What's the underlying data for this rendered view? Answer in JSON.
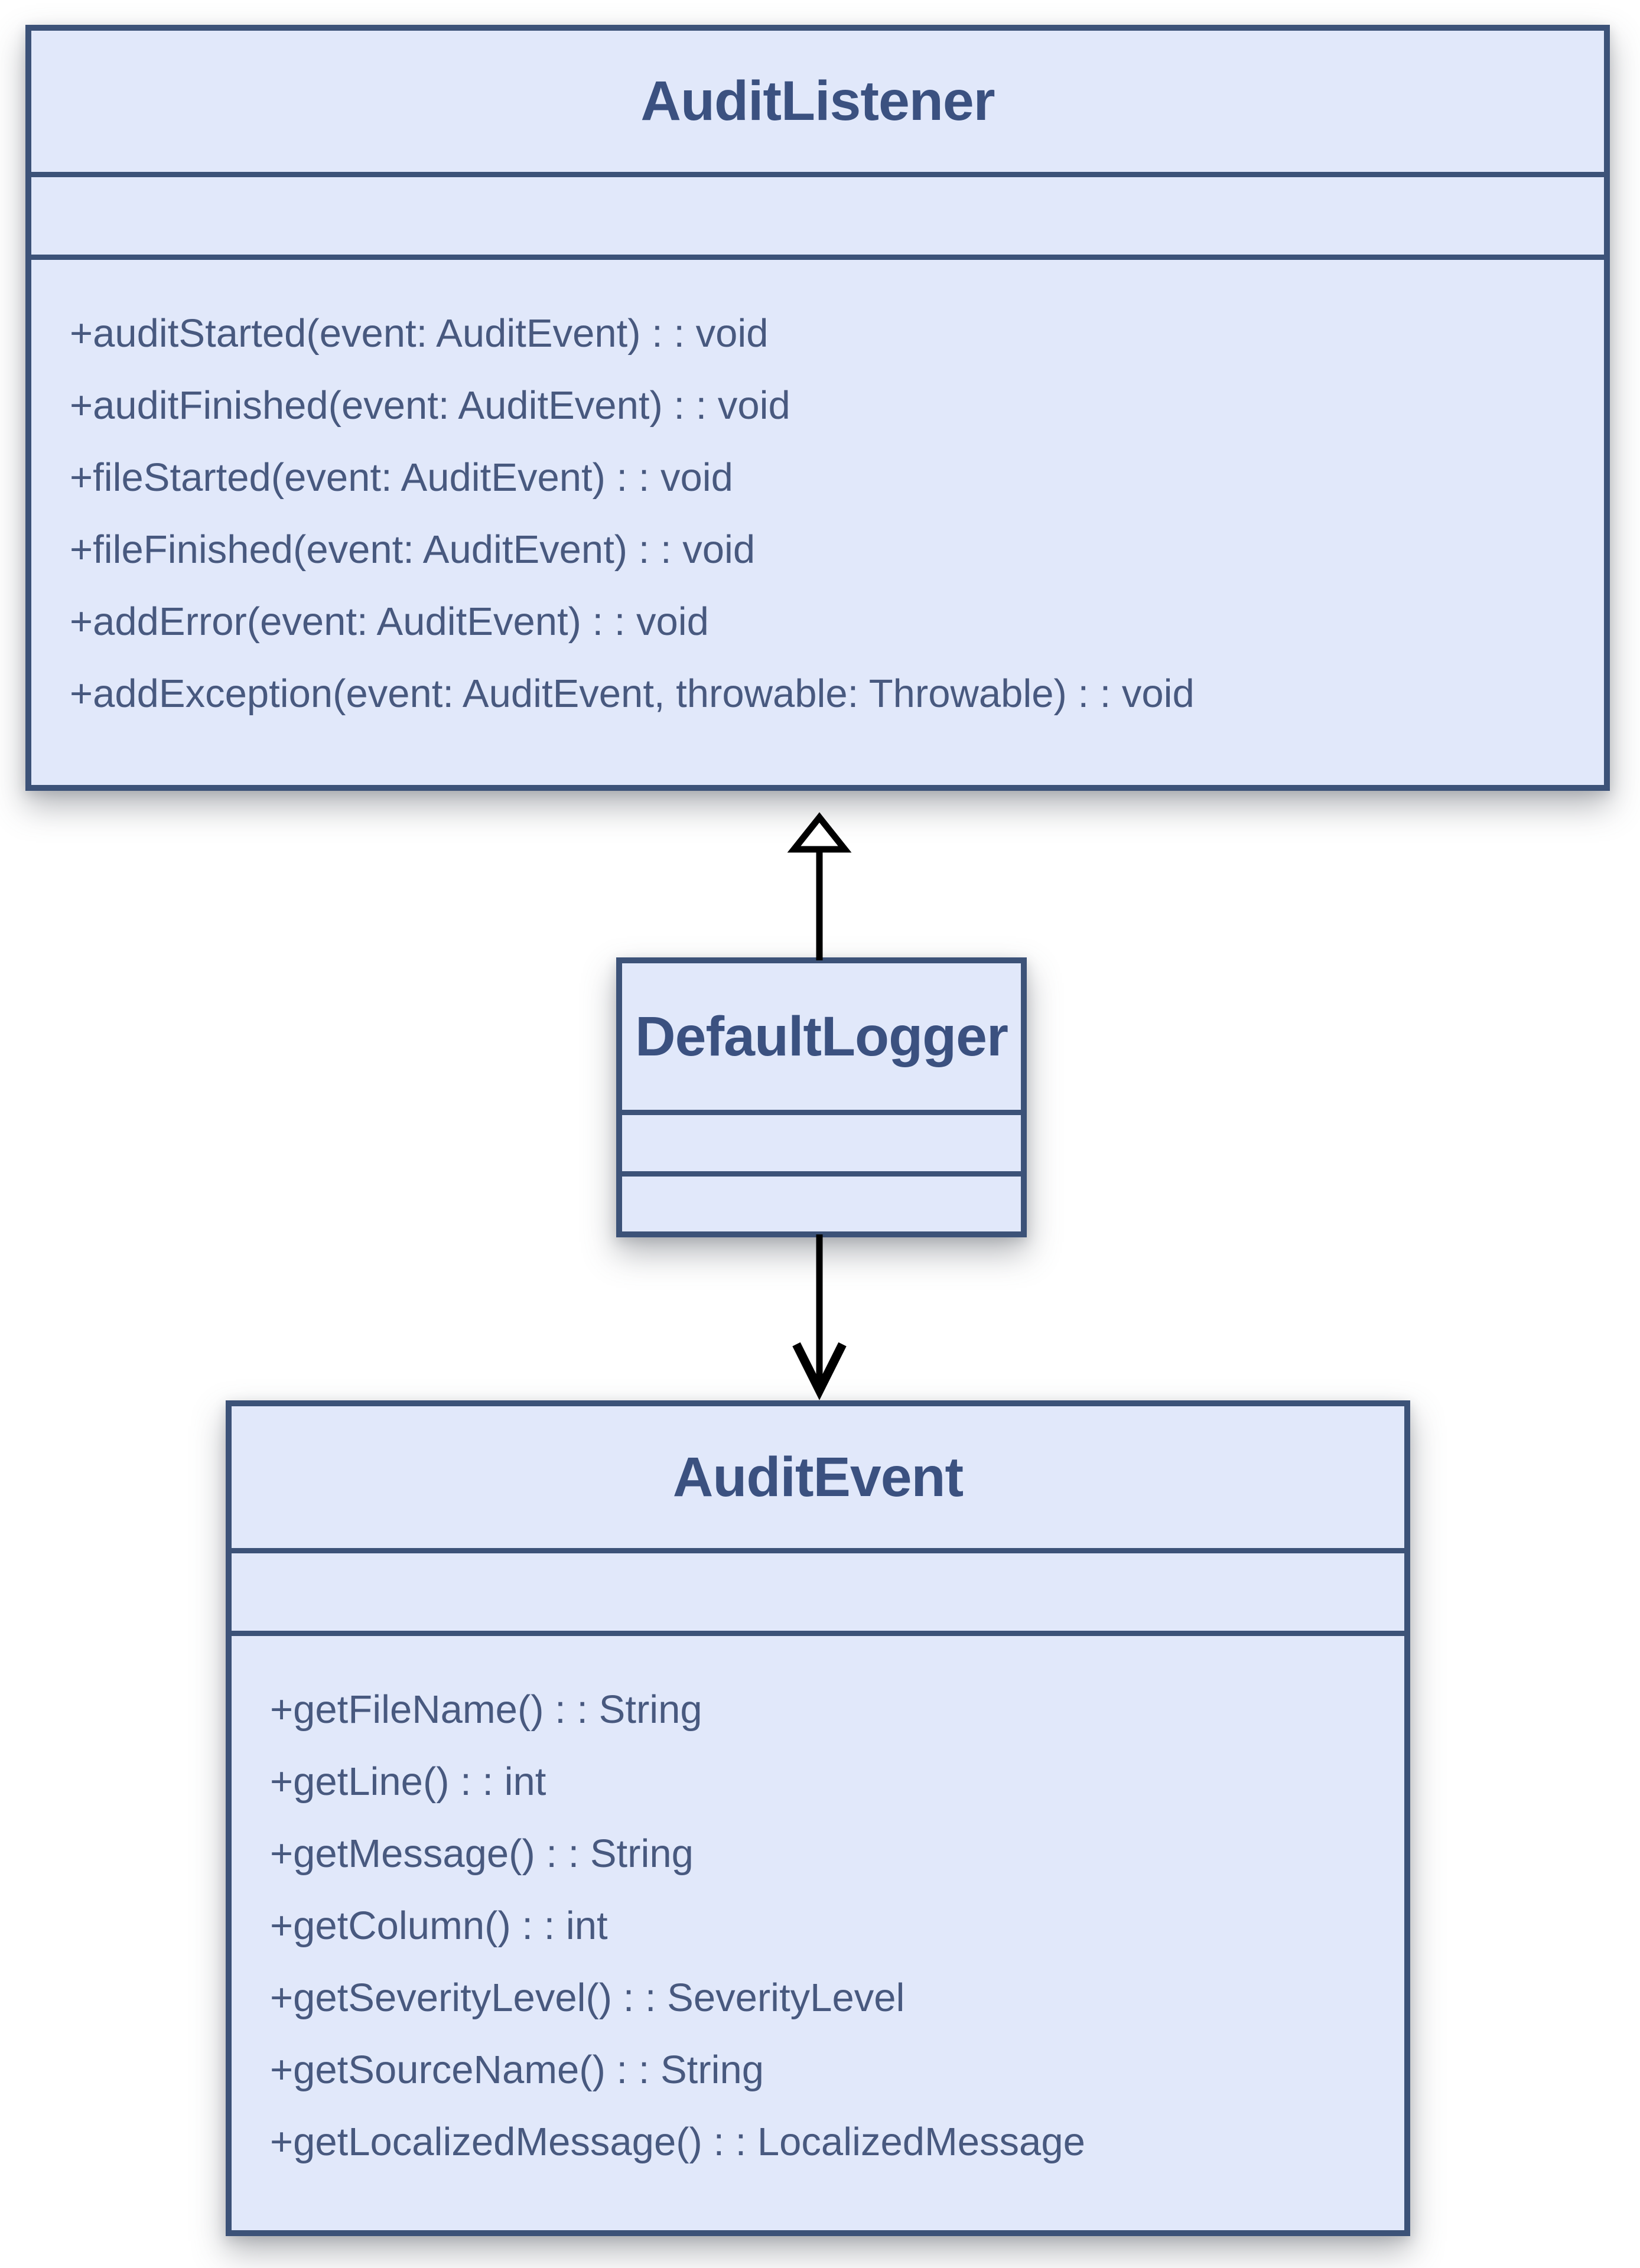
{
  "diagram_title": "",
  "classes": [
    {
      "name": "AuditListener",
      "attributes": [],
      "methods": [
        "+auditStarted(event: AuditEvent) : : void",
        "+auditFinished(event: AuditEvent) : : void",
        "+fileStarted(event: AuditEvent) : : void",
        "+fileFinished(event: AuditEvent) : : void",
        "+addError(event: AuditEvent) : : void",
        "+addException(event: AuditEvent, throwable: Throwable) : : void"
      ]
    },
    {
      "name": "DefaultLogger",
      "attributes": [],
      "methods": []
    },
    {
      "name": "AuditEvent",
      "attributes": [],
      "methods": [
        "+getFileName() : : String",
        "+getLine() : : int",
        "+getMessage() : : String",
        "+getColumn() : : int",
        "+getSeverityLevel() : : SeverityLevel",
        "+getSourceName() : : String",
        "+getLocalizedMessage() : : LocalizedMessage"
      ]
    }
  ],
  "relationships": [
    {
      "from": "DefaultLogger",
      "to": "AuditListener",
      "type": "realization",
      "arrowhead": "hollow-triangle"
    },
    {
      "from": "DefaultLogger",
      "to": "AuditEvent",
      "type": "directed-association",
      "arrowhead": "open-v"
    }
  ],
  "colors": {
    "background": "#ffffff",
    "box_fill": "#e1e8fa",
    "box_border": "#3c5278",
    "title_text": "#3b5180",
    "method_text": "#48597f",
    "arrow": "#000000"
  }
}
